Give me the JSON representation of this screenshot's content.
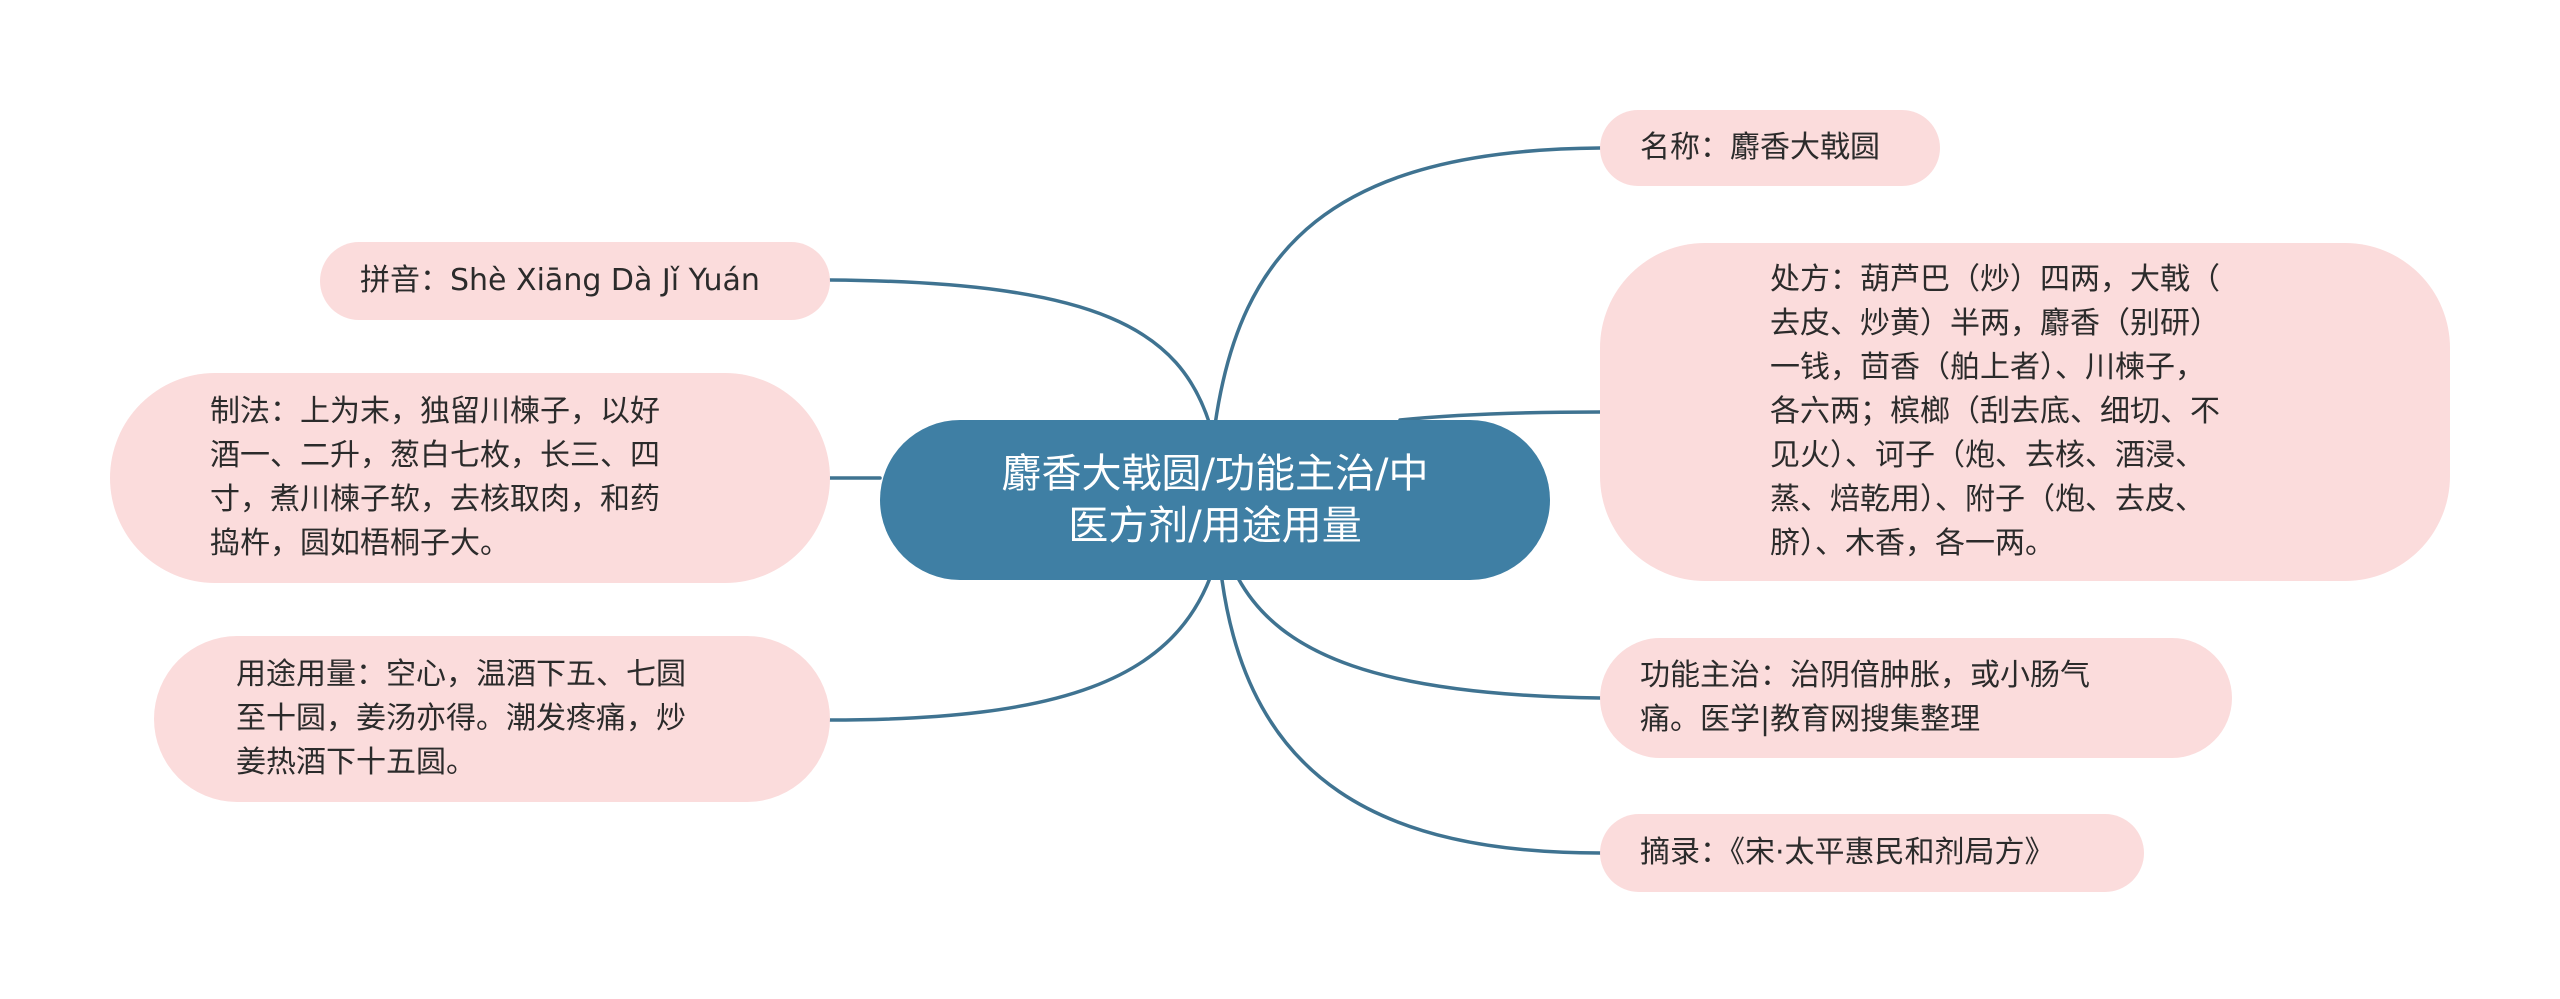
{
  "center": {
    "line1": "麝香大戟圆/功能主治/中",
    "line2": "医方剂/用途用量"
  },
  "nodes": {
    "name": "名称：麝香大戟圆",
    "prescription": "处方：葫芦巴（炒）四两，大戟（\n去皮、炒黄）半两，麝香（别研）\n一钱，茴香（舶上者）、川楝子，\n各六两；槟榔（刮去底、细切、不\n见火）、诃子（炮、去核、酒浸、\n蒸、焙乾用）、附子（炮、去皮、\n脐）、木香，各一两。",
    "function": "功能主治：治阴偣肿胀，或小肠气\n痛。医学|教育网搜集整理",
    "excerpt": "摘录：《宋·太平惠民和剂局方》",
    "pinyin": "拼音：Shè Xiāng Dà Jǐ Yuán",
    "method": "制法：上为末，独留川楝子，以好\n酒一、二升，葱白七枚，长三、四\n寸，煮川楝子软，去核取肉，和药\n捣杵，圆如梧桐子大。",
    "usage": "用途用量：空心，温酒下五、七圆\n至十圆，姜汤亦得。潮发疼痛，炒\n姜热酒下十五圆。"
  },
  "colors": {
    "center_fill": "#3f7fa4",
    "node_fill": "#fbdcdc",
    "link_stroke": "#3f7391"
  }
}
